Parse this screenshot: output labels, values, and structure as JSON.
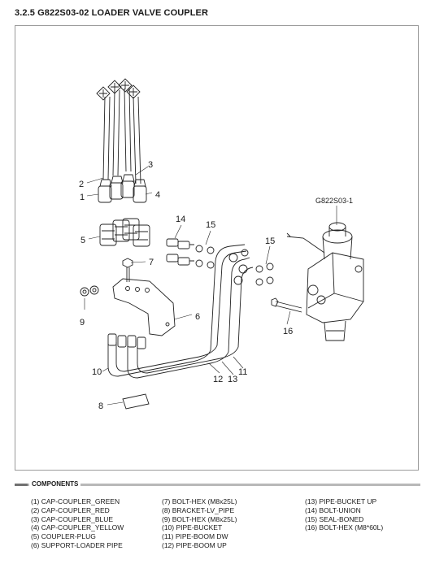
{
  "page": {
    "title": "3.2.5 G822S03-02 LOADER VALVE COUPLER"
  },
  "diagram": {
    "valve_label": "G822S03-1",
    "callouts": [
      "1",
      "2",
      "3",
      "4",
      "5",
      "6",
      "7",
      "8",
      "9",
      "10",
      "11",
      "12",
      "13",
      "14",
      "15",
      "15",
      "16"
    ]
  },
  "components": {
    "header": "COMPONENTS",
    "columns": [
      [
        "(1) CAP-COUPLER_GREEN",
        "(2) CAP-COUPLER_RED",
        "(3) CAP-COUPLER_BLUE",
        "(4) CAP-COUPLER_YELLOW",
        "(5) COUPLER-PLUG",
        "(6) SUPPORT-LOADER PIPE"
      ],
      [
        "(7) BOLT-HEX (M8x25L)",
        "(8) BRACKET-LV_PIPE",
        "(9) BOLT-HEX (M8x25L)",
        "(10) PIPE-BUCKET",
        "(11) PIPE-BOOM DW",
        "(12) PIPE-BOOM UP"
      ],
      [
        "(13) PIPE-BUCKET UP",
        "(14) BOLT-UNION",
        "(15) SEAL-BONED",
        "(16) BOLT-HEX (M8*60L)"
      ]
    ]
  }
}
